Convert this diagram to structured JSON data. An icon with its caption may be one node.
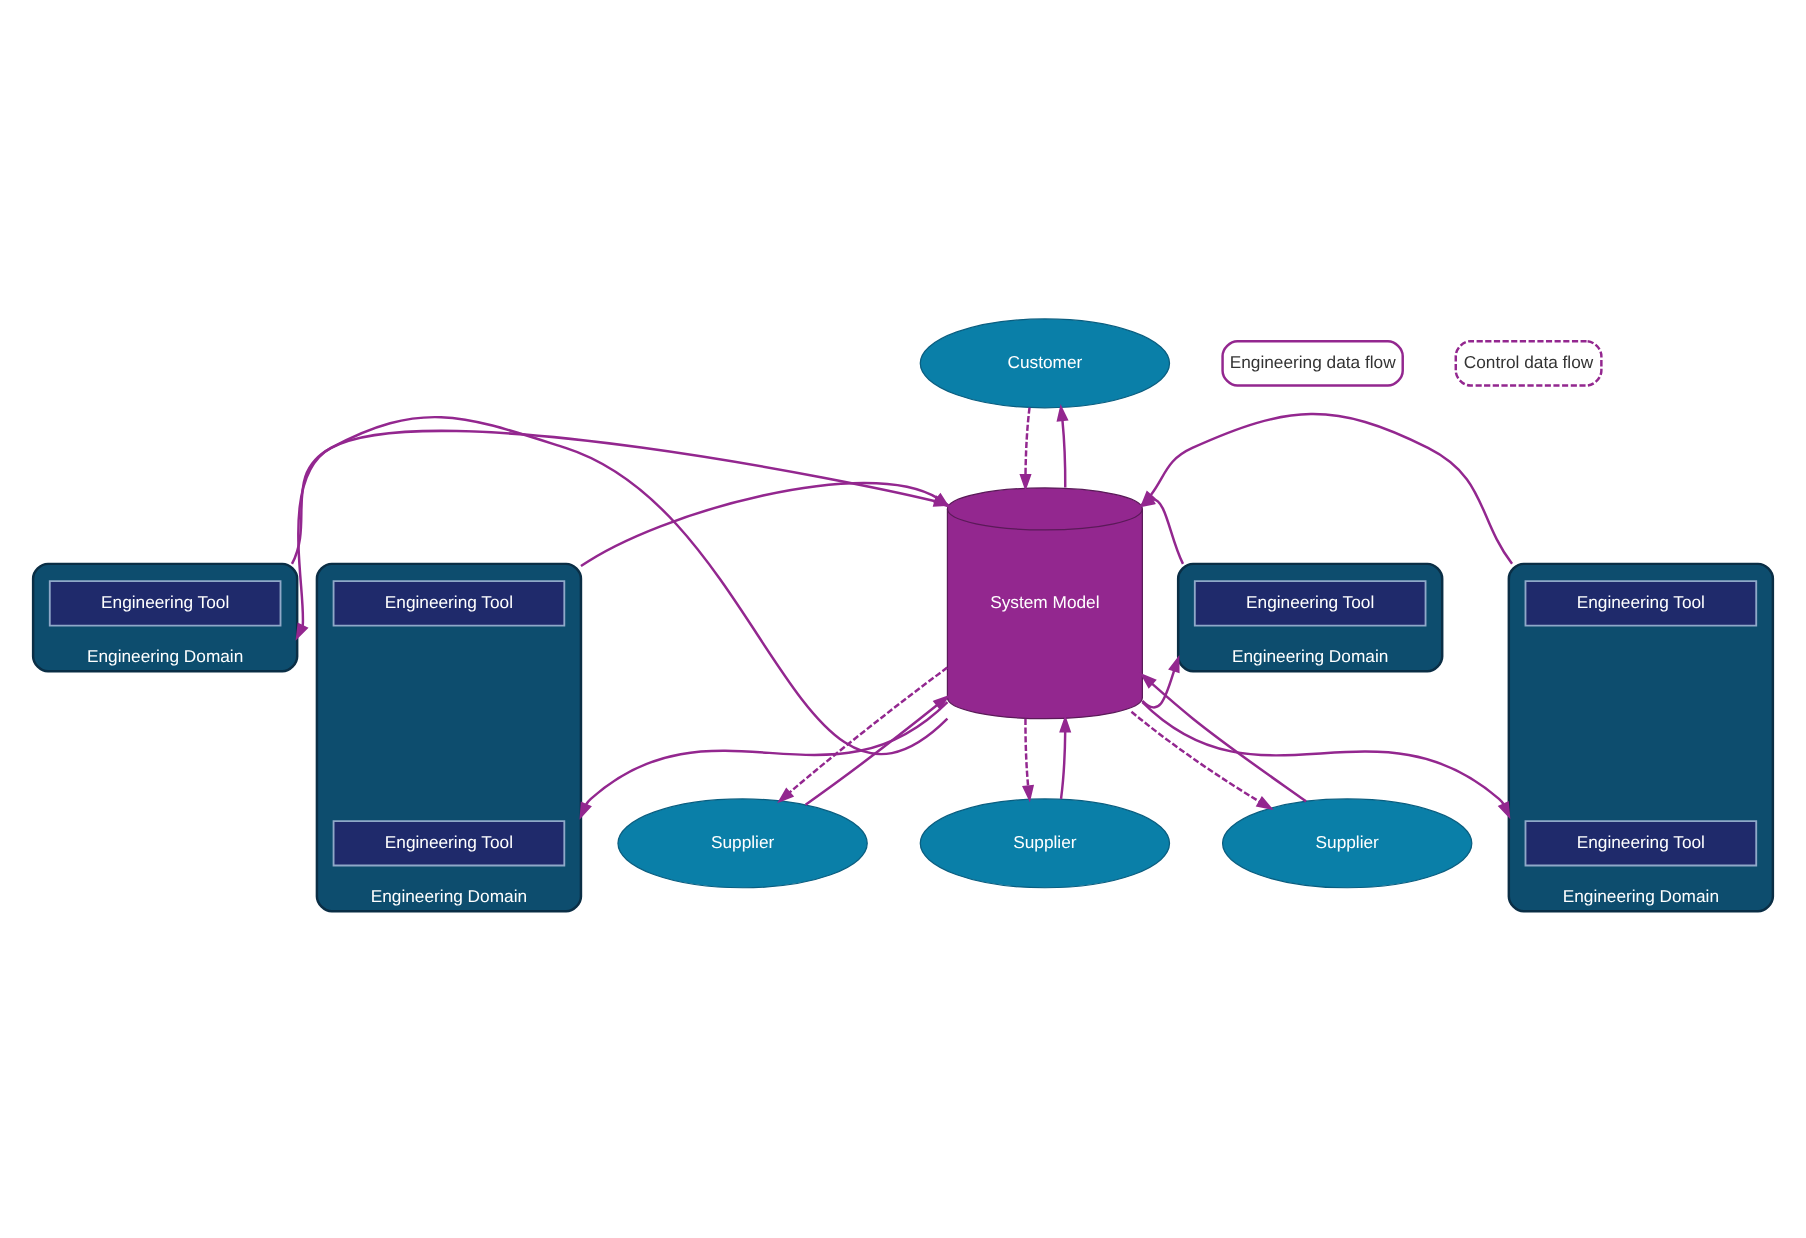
{
  "diagram": {
    "nodes": [
      {
        "text": [
          "Customer"
        ]
      },
      {
        "text": [
          "Engineering Domain"
        ]
      },
      {
        "text": [
          "Engineering Tool"
        ],
        "in": 1
      },
      {
        "text": [
          "Engineering Domain"
        ]
      },
      {
        "text": [
          "Engineering Tool"
        ],
        "in": 3
      },
      {
        "text": [
          "System Model"
        ]
      },
      {
        "text": [
          "Engineering Domain"
        ]
      },
      {
        "text": [
          "Engineering Tool"
        ],
        "in": 6
      },
      {
        "text": [
          "Engineering Tool"
        ],
        "in": 6
      },
      {
        "text": [
          "Engineering Domain"
        ]
      },
      {
        "text": [
          "Engineering Tool"
        ],
        "in": 9
      },
      {
        "text": [
          "Engineering Tool"
        ],
        "in": 9
      },
      {
        "text": [
          "Supplier"
        ]
      },
      {
        "text": [
          "Supplier"
        ]
      },
      {
        "text": [
          "Supplier"
        ]
      }
    ],
    "edges": [
      {
        "from": 5,
        "to": 0,
        "arrow": "to"
      },
      {
        "from": 0,
        "to": 5,
        "arrow": "to",
        "style": "dashed"
      },
      {
        "from": 1,
        "to": 5,
        "arrow": "to"
      },
      {
        "from": 5,
        "to": 1,
        "arrow": "to"
      },
      {
        "from": 5,
        "to": 3,
        "arrow": "to"
      },
      {
        "from": 3,
        "to": 5,
        "arrow": "to"
      },
      {
        "from": 6,
        "to": 5,
        "arrow": "to"
      },
      {
        "from": 5,
        "to": 6,
        "arrow": "to"
      },
      {
        "from": 5,
        "to": 9,
        "arrow": "to"
      },
      {
        "from": 9,
        "to": 5,
        "arrow": "to"
      },
      {
        "from": 12,
        "to": 5,
        "arrow": "to"
      },
      {
        "from": 5,
        "to": 12,
        "arrow": "to",
        "style": "dashed"
      },
      {
        "from": 13,
        "to": 5,
        "arrow": "to"
      },
      {
        "from": 5,
        "to": 13,
        "arrow": "to",
        "style": "dashed"
      },
      {
        "from": 5,
        "to": 14,
        "arrow": "to",
        "style": "dashed"
      },
      {
        "from": 14,
        "to": 5,
        "arrow": "to"
      }
    ],
    "legend": [
      {
        "text": "Engineering data flow"
      },
      {
        "text": "Control data flow"
      }
    ]
  }
}
